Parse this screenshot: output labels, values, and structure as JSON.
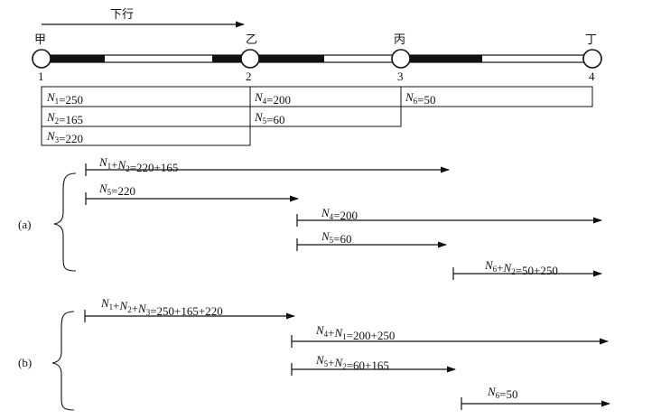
{
  "direction_label": "下行",
  "stations": [
    {
      "name": "甲",
      "number": "1"
    },
    {
      "name": "乙",
      "number": "2"
    },
    {
      "name": "丙",
      "number": "3"
    },
    {
      "name": "丁",
      "number": "4"
    }
  ],
  "flows": [
    {
      "label": "N1=250"
    },
    {
      "label": "N2=165"
    },
    {
      "label": "N3=220"
    },
    {
      "label": "N4=200"
    },
    {
      "label": "N5=60"
    },
    {
      "label": "N6=50"
    }
  ],
  "scheme_a": {
    "label": "(a)",
    "arrows": [
      {
        "label": "N1+N2=220+165"
      },
      {
        "label": "N5=220"
      },
      {
        "label": "N4=200"
      },
      {
        "label": "N5=60"
      },
      {
        "label": "N6+N2=50+250"
      }
    ]
  },
  "scheme_b": {
    "label": "(b)",
    "arrows": [
      {
        "label": "N1+N2+N3=250+165+220"
      },
      {
        "label": "N4+N1=200+250"
      },
      {
        "label": "N5+N2=60+165"
      },
      {
        "label": "N6=50"
      }
    ]
  }
}
